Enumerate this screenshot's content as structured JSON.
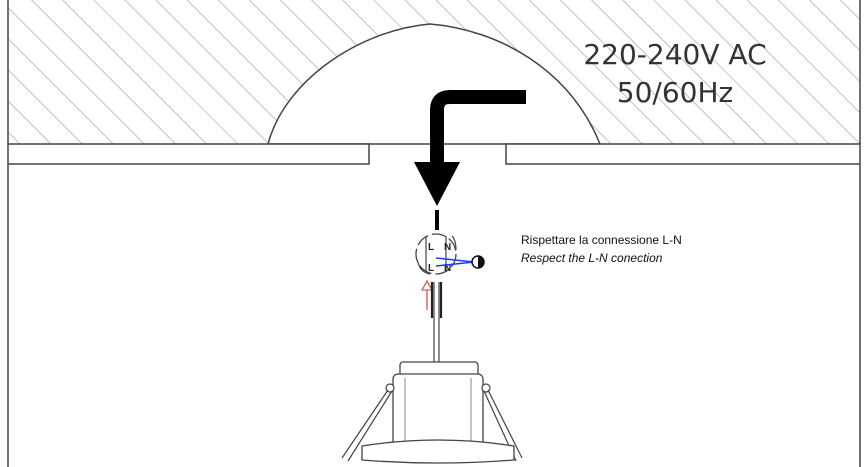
{
  "supply": {
    "voltage": "220-240V AC",
    "frequency": "50/60Hz"
  },
  "instructions": {
    "italian": "Rispettare la connessione L-N",
    "english": "Respect the L-N conection"
  },
  "terminal": {
    "live_label": "L",
    "neutral_label": "N"
  },
  "colors": {
    "line": "#444444",
    "hatch": "#9a9a9a",
    "arrow": "#000000",
    "wire_highlight": "#1a3cff",
    "insert_arrow": "#e05a5a"
  }
}
